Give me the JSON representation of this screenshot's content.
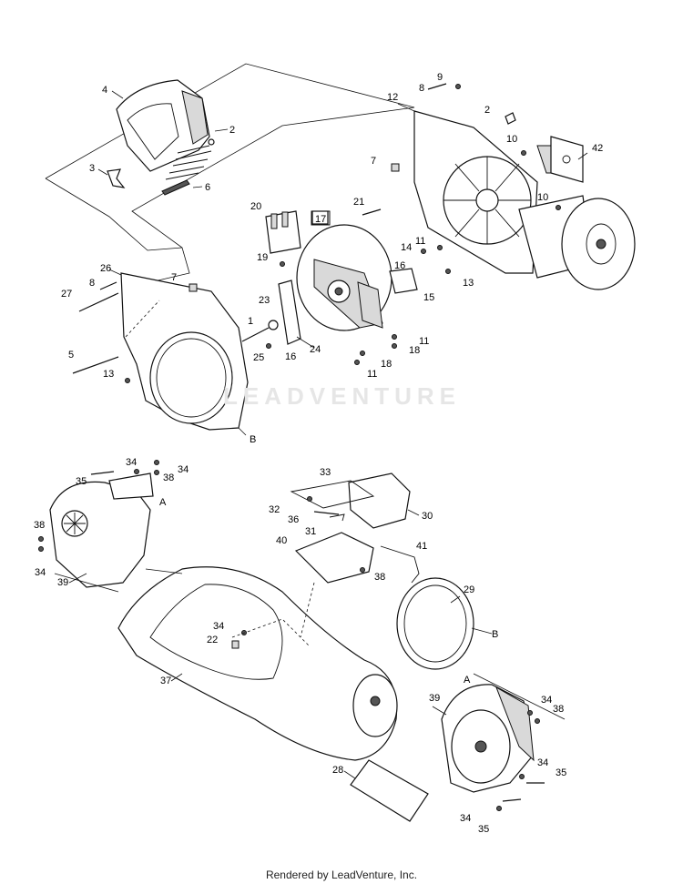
{
  "watermark": {
    "text": "LEADVENTURE"
  },
  "footer": {
    "text": "Rendered by LeadVenture, Inc."
  },
  "callouts": [
    {
      "id": "c4",
      "label": "4"
    },
    {
      "id": "c2a",
      "label": "2"
    },
    {
      "id": "c3",
      "label": "3"
    },
    {
      "id": "c6",
      "label": "6"
    },
    {
      "id": "c9",
      "label": "9"
    },
    {
      "id": "c8a",
      "label": "8"
    },
    {
      "id": "c12",
      "label": "12"
    },
    {
      "id": "c2b",
      "label": "2"
    },
    {
      "id": "c10a",
      "label": "10"
    },
    {
      "id": "c42",
      "label": "42"
    },
    {
      "id": "c7a",
      "label": "7"
    },
    {
      "id": "c10b",
      "label": "10"
    },
    {
      "id": "c20",
      "label": "20"
    },
    {
      "id": "c21",
      "label": "21"
    },
    {
      "id": "c17",
      "label": "17"
    },
    {
      "id": "c19",
      "label": "19"
    },
    {
      "id": "c11a",
      "label": "11"
    },
    {
      "id": "c14",
      "label": "14"
    },
    {
      "id": "c16a",
      "label": "16"
    },
    {
      "id": "c13a",
      "label": "13"
    },
    {
      "id": "c15",
      "label": "15"
    },
    {
      "id": "c26",
      "label": "26"
    },
    {
      "id": "c8b",
      "label": "8"
    },
    {
      "id": "c7b",
      "label": "7"
    },
    {
      "id": "c27",
      "label": "27"
    },
    {
      "id": "c23",
      "label": "23"
    },
    {
      "id": "c1",
      "label": "1"
    },
    {
      "id": "c11b",
      "label": "11"
    },
    {
      "id": "c18a",
      "label": "18"
    },
    {
      "id": "c5",
      "label": "5"
    },
    {
      "id": "c25",
      "label": "25"
    },
    {
      "id": "c16b",
      "label": "16"
    },
    {
      "id": "c24",
      "label": "24"
    },
    {
      "id": "c13b",
      "label": "13"
    },
    {
      "id": "c18b",
      "label": "18"
    },
    {
      "id": "c11c",
      "label": "11"
    },
    {
      "id": "cB1",
      "label": "B"
    },
    {
      "id": "c33",
      "label": "33"
    },
    {
      "id": "c34a",
      "label": "34"
    },
    {
      "id": "c35a",
      "label": "35"
    },
    {
      "id": "c38a",
      "label": "38"
    },
    {
      "id": "c34b",
      "label": "34"
    },
    {
      "id": "cA1",
      "label": "A"
    },
    {
      "id": "c32",
      "label": "32"
    },
    {
      "id": "c36",
      "label": "36"
    },
    {
      "id": "c30",
      "label": "30"
    },
    {
      "id": "c31",
      "label": "31"
    },
    {
      "id": "c38b",
      "label": "38"
    },
    {
      "id": "c34c",
      "label": "34"
    },
    {
      "id": "c39a",
      "label": "39"
    },
    {
      "id": "c40",
      "label": "40"
    },
    {
      "id": "c41",
      "label": "41"
    },
    {
      "id": "c38c",
      "label": "38"
    },
    {
      "id": "c29",
      "label": "29"
    },
    {
      "id": "c34d",
      "label": "34"
    },
    {
      "id": "c22",
      "label": "22"
    },
    {
      "id": "cB2",
      "label": "B"
    },
    {
      "id": "c37",
      "label": "37"
    },
    {
      "id": "cA2",
      "label": "A"
    },
    {
      "id": "c39b",
      "label": "39"
    },
    {
      "id": "c34e",
      "label": "34"
    },
    {
      "id": "c38d",
      "label": "38"
    },
    {
      "id": "c34f",
      "label": "34"
    },
    {
      "id": "c35b",
      "label": "35"
    },
    {
      "id": "c28",
      "label": "28"
    },
    {
      "id": "c34g",
      "label": "34"
    },
    {
      "id": "c35c",
      "label": "35"
    }
  ]
}
